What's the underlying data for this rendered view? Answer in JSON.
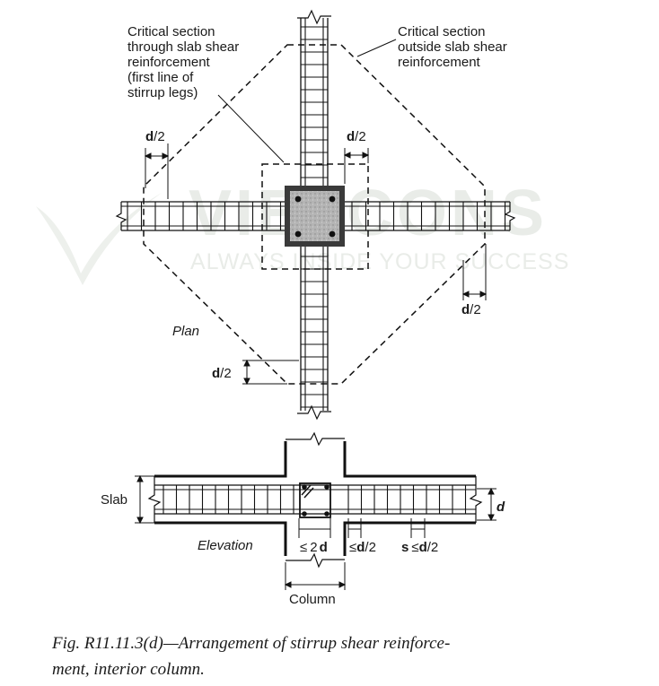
{
  "labels": {
    "crit_inside": [
      "Critical section",
      "through slab shear",
      "reinforcement",
      "(first line of",
      "stirrup legs)"
    ],
    "crit_outside": [
      "Critical section",
      "outside slab shear",
      "reinforcement"
    ],
    "d_sym": "d",
    "half": "/2",
    "plan": "Plan",
    "slab": "Slab",
    "elevation": "Elevation",
    "le": "≤",
    "two": "2",
    "s_sym": "s",
    "column": "Column"
  },
  "watermark": {
    "brand": "VIETCONS",
    "tagline": "ALWAYS INSIDE YOUR SUCCESS"
  },
  "caption": {
    "line1": "Fig. R11.11.3(d)—Arrangement of stirrup shear reinforce-",
    "line2": "ment, interior column."
  }
}
